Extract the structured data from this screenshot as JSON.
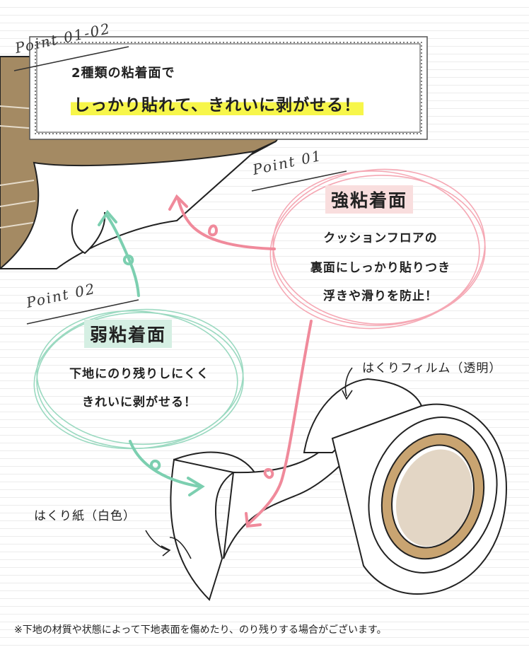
{
  "header": {
    "point_label": "Point 01-02",
    "line1": "2種類の粘着面で",
    "line2": "しっかり貼れて、きれいに剥がせる！"
  },
  "strong_side": {
    "point_label": "Point 01",
    "title": "強粘着面",
    "lines": [
      "クッションフロアの",
      "裏面にしっかり貼りつき",
      "浮きや滑りを防止！"
    ]
  },
  "weak_side": {
    "point_label": "Point 02",
    "title": "弱粘着面",
    "lines": [
      "下地にのり残りしにくく",
      "きれいに剥がせる！"
    ]
  },
  "callouts": {
    "film": "はくりフィルム（透明）",
    "paper": "はくり紙（白色）"
  },
  "footnote": "※下地の材質や状態によって下地表面を傷めたり、のり残りする場合がございます。",
  "colors": {
    "floor": "#a48a63",
    "highlight": "#f7f64a",
    "pink": "#f08a9b",
    "pink_chip": "#f9dede",
    "mint": "#7ccfb0",
    "mint_chip": "#d5efe3",
    "tape_core": "#c9a471"
  }
}
